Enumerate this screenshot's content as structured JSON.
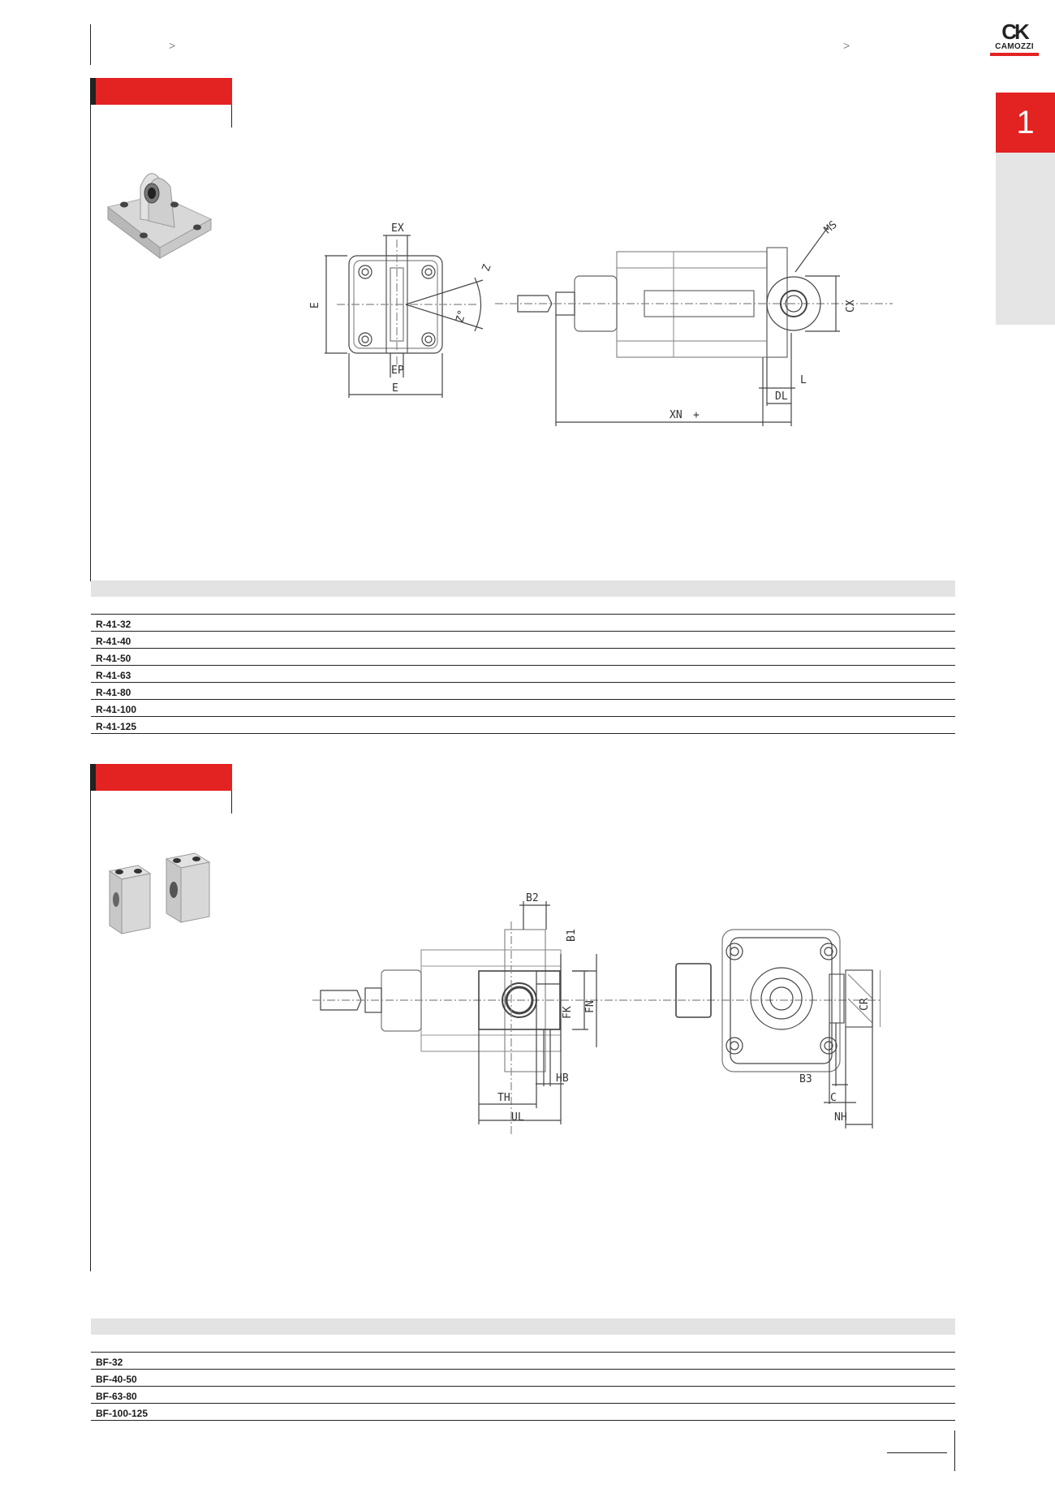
{
  "header": {
    "crumb_left": ">",
    "crumb_right": ">",
    "logo_mark": "CK",
    "logo_name": "CAMOZZI"
  },
  "sidetab": {
    "number": "1"
  },
  "section1": {
    "photo_icon": "clevis-mount-photo",
    "drawing_labels": [
      "EX",
      "E",
      "Z",
      "Z°",
      "EP",
      "E",
      "MS",
      "CX",
      "L",
      "DL",
      "XN",
      "+"
    ],
    "table": {
      "rows": [
        "R-41-32",
        "R-41-40",
        "R-41-50",
        "R-41-63",
        "R-41-80",
        "R-41-100",
        "R-41-125"
      ]
    }
  },
  "section2": {
    "photo_icon": "trunnion-blocks-photo",
    "drawing_labels": [
      "B2",
      "B1",
      "FK",
      "FN",
      "HB",
      "TH",
      "UL",
      "CR",
      "B3",
      "C",
      "NH"
    ],
    "table": {
      "rows": [
        "BF-32",
        "BF-40-50",
        "BF-63-80",
        "BF-100-125"
      ]
    }
  },
  "colors": {
    "accent": "#e32222",
    "table_head": "#e3e3e3",
    "tab_bg": "#e5e5e5"
  }
}
